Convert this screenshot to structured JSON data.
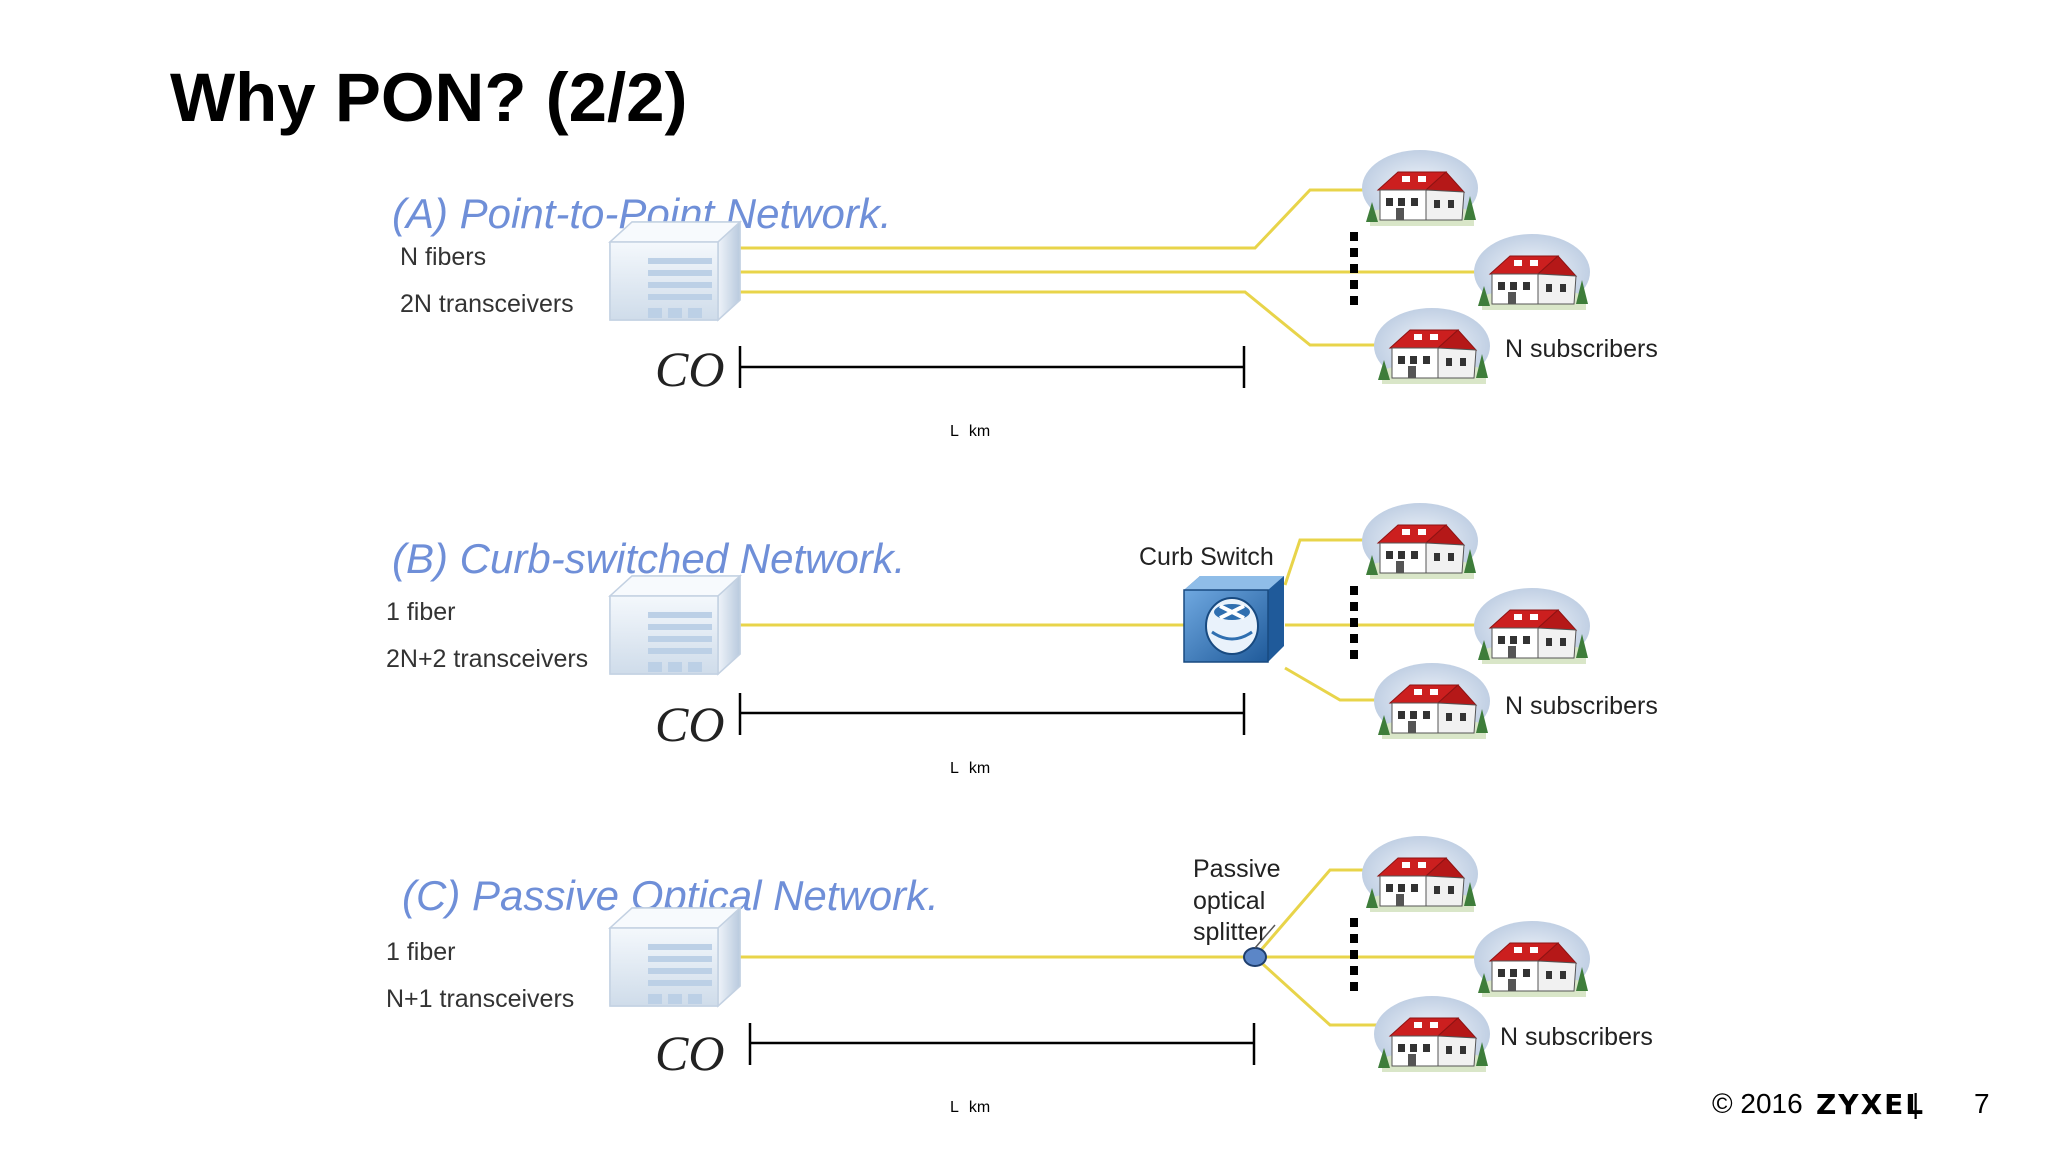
{
  "slide": {
    "title": "Why PON?  (2/2)"
  },
  "networks": [
    {
      "id": "a",
      "title": "(A) Point-to-Point Network.",
      "fiber_count": "N fibers",
      "transceivers": "2N transceivers",
      "co_label": "CO",
      "distance_value": "L",
      "distance_unit": "km",
      "subscribers_label": "N subscribers"
    },
    {
      "id": "b",
      "title": "(B) Curb-switched Network.",
      "fiber_count": "1 fiber",
      "transceivers": "2N+2 transceivers",
      "co_label": "CO",
      "distance_value": "L",
      "distance_unit": "km",
      "node_label": "Curb Switch",
      "subscribers_label": "N subscribers"
    },
    {
      "id": "c",
      "title": "(C) Passive Optical Network.",
      "fiber_count": "1 fiber",
      "transceivers": "N+1 transceivers",
      "co_label": "CO",
      "distance_value": "L",
      "distance_unit": "km",
      "node_label_lines": [
        "Passive",
        "optical",
        "splitter"
      ],
      "subscribers_label": "N subscribers"
    }
  ],
  "footer": {
    "copyright": "© 2016",
    "brand": "ZYXEL",
    "separator": "|",
    "page_number": "7"
  },
  "colors": {
    "fiber": "#e8d44a",
    "title_blue": "#6f8fd8",
    "roof_red": "#cc1f1f",
    "switch_blue": "#2f6fb0",
    "splitter_blue": "#5b86c7"
  },
  "icons": {
    "central_office": "server-building-icon",
    "house": "house-icon",
    "curb_switch": "network-switch-icon",
    "splitter": "splitter-node-icon",
    "ellipsis": "vertical-dots-icon"
  }
}
